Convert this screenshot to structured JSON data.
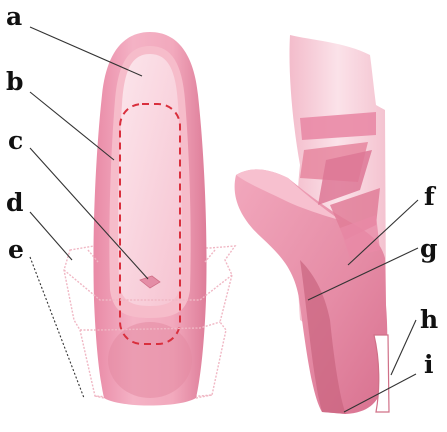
{
  "labels": {
    "a": "a",
    "b": "b",
    "c": "c",
    "d": "d",
    "e": "e",
    "f": "f",
    "g": "g",
    "h": "h",
    "i": "i"
  },
  "colors": {
    "shoe_outer": "#f0a3bb",
    "shoe_dark": "#d9748f",
    "shoe_light": "#f8cad7",
    "insole": "#fbdbe3",
    "stitch": "#d92f3d",
    "ribbon": "#e98aa6",
    "sock": "#f7cbd7",
    "box_wire": "#f0b7c4",
    "leader": "#333333"
  }
}
